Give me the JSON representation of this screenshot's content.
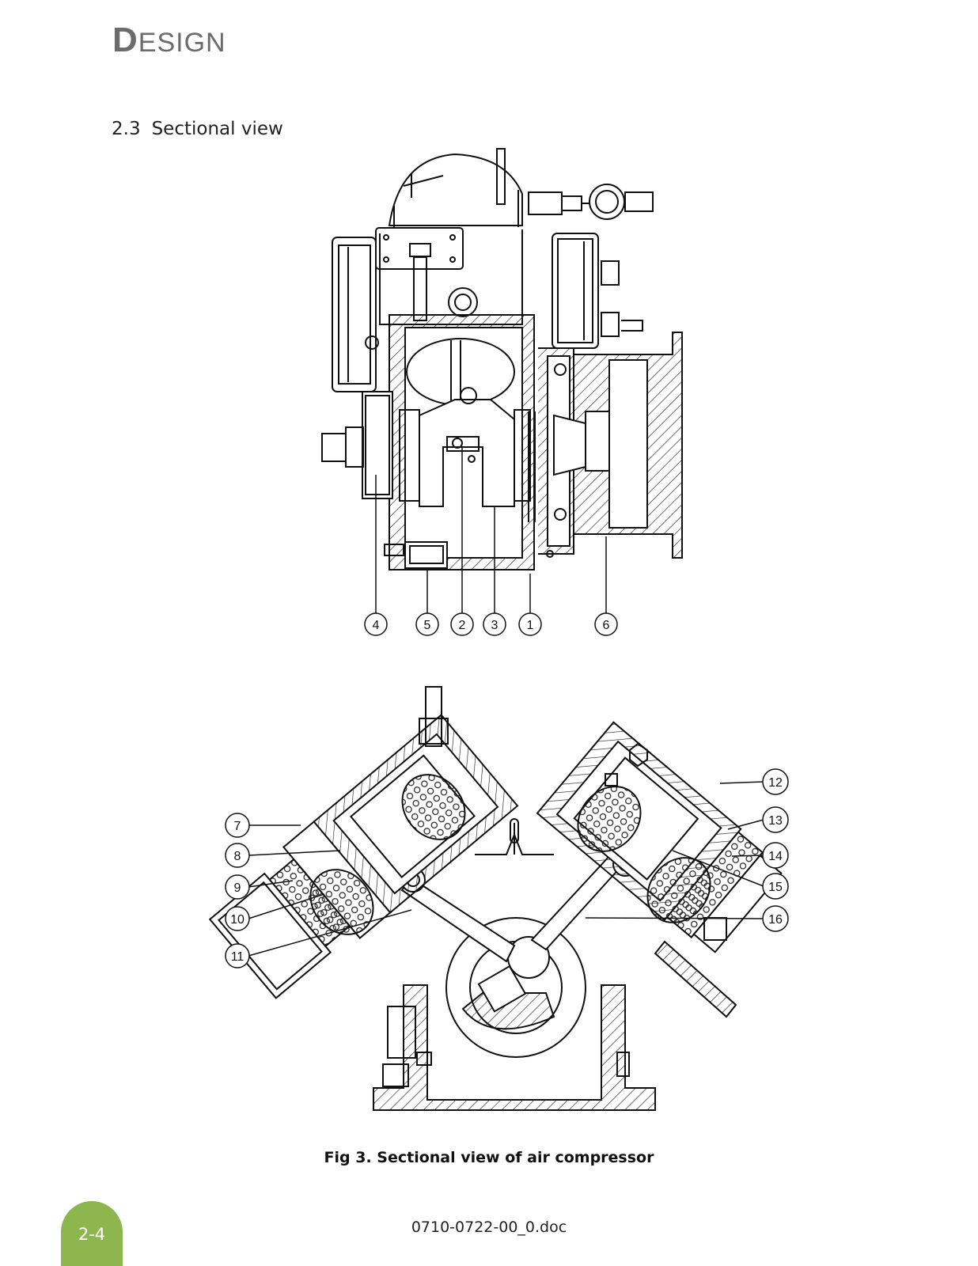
{
  "header": {
    "title_initial": "D",
    "title_rest": "ESIGN"
  },
  "section": {
    "number": "2.3",
    "title": "Sectional view"
  },
  "figure": {
    "caption": "Fig 3. Sectional view of air compressor",
    "top_view_callouts": [
      "4",
      "5",
      "2",
      "3",
      "1",
      "6"
    ],
    "front_view_callouts_left": [
      "7",
      "8",
      "9",
      "10",
      "11"
    ],
    "front_view_callouts_right": [
      "12",
      "13",
      "14",
      "15",
      "16"
    ]
  },
  "footer": {
    "page_number": "2-4",
    "document_id": "0710-0722-00_0.doc"
  },
  "colors": {
    "page_tab": "#8db64f",
    "header_text": "#6b6b6b"
  }
}
